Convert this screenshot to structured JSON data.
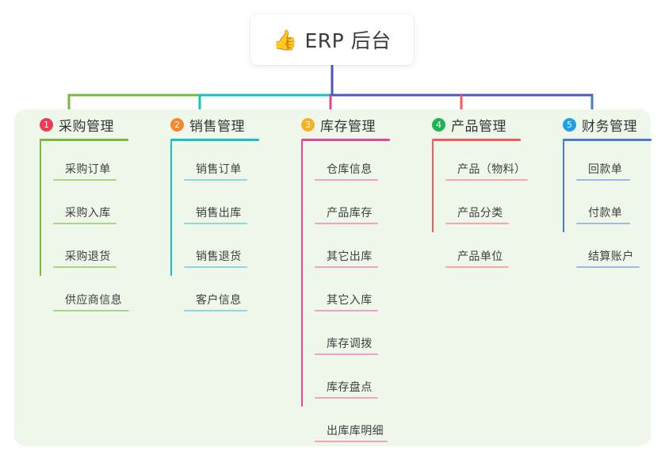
{
  "root": {
    "icon": "thumbs-up-icon",
    "emoji": "👍",
    "title": "ERP 后台"
  },
  "palette": {
    "panel_bg": "#eef7e9",
    "page_bg": "#ffffff",
    "text": "#333333",
    "root_trunk": "#4e55b8"
  },
  "columns": [
    {
      "index": "1",
      "badge_label": "1",
      "badge_color": "#ef3b52",
      "title": "采购管理",
      "line_color": "#76bb3f",
      "leaf_line_color": "#aed287",
      "connector_color": "#76bb3f",
      "underline_width": 112,
      "items": [
        {
          "label": "采购订单",
          "underline_width": 80
        },
        {
          "label": "采购入库",
          "underline_width": 80
        },
        {
          "label": "采购退货",
          "underline_width": 80
        },
        {
          "label": "供应商信息",
          "underline_width": 96
        }
      ]
    },
    {
      "index": "2",
      "badge_label": "2",
      "badge_color": "#f5882c",
      "title": "销售管理",
      "line_color": "#16c2c2",
      "leaf_line_color": "#8ed8d8",
      "connector_color": "#16c2c2",
      "underline_width": 112,
      "items": [
        {
          "label": "销售订单",
          "underline_width": 80
        },
        {
          "label": "销售出库",
          "underline_width": 80
        },
        {
          "label": "销售退货",
          "underline_width": 80
        },
        {
          "label": "客户信息",
          "underline_width": 80
        }
      ]
    },
    {
      "index": "3",
      "badge_label": "3",
      "badge_color": "#f5b324",
      "title": "库存管理",
      "line_color": "#e04b96",
      "leaf_line_color": "#f1a0c6",
      "connector_color": "#e8418f",
      "underline_width": 112,
      "items": [
        {
          "label": "仓库信息",
          "underline_width": 80
        },
        {
          "label": "产品库存",
          "underline_width": 80
        },
        {
          "label": "其它出库",
          "underline_width": 80
        },
        {
          "label": "其它入库",
          "underline_width": 80
        },
        {
          "label": "库存调拨",
          "underline_width": 80
        },
        {
          "label": "库存盘点",
          "underline_width": 80
        },
        {
          "label": "出库库明细",
          "underline_width": 92
        }
      ]
    },
    {
      "index": "4",
      "badge_label": "4",
      "badge_color": "#1cb554",
      "title": "产品管理",
      "line_color": "#f45a5a",
      "leaf_line_color": "#f7a7a7",
      "connector_color": "#f45a5a",
      "underline_width": 112,
      "items": [
        {
          "label": "产品（物料）",
          "underline_width": 104
        },
        {
          "label": "产品分类",
          "underline_width": 80
        },
        {
          "label": "产品单位",
          "underline_width": 80
        }
      ]
    },
    {
      "index": "5",
      "badge_label": "5",
      "badge_color": "#1da0e8",
      "title": "财务管理",
      "line_color": "#4d78cf",
      "leaf_line_color": "#9fb7e4",
      "connector_color": "#4d78cf",
      "underline_width": 112,
      "items": [
        {
          "label": "回款单",
          "underline_width": 68
        },
        {
          "label": "付款单",
          "underline_width": 68
        },
        {
          "label": "结算账户",
          "underline_width": 80
        }
      ]
    }
  ]
}
